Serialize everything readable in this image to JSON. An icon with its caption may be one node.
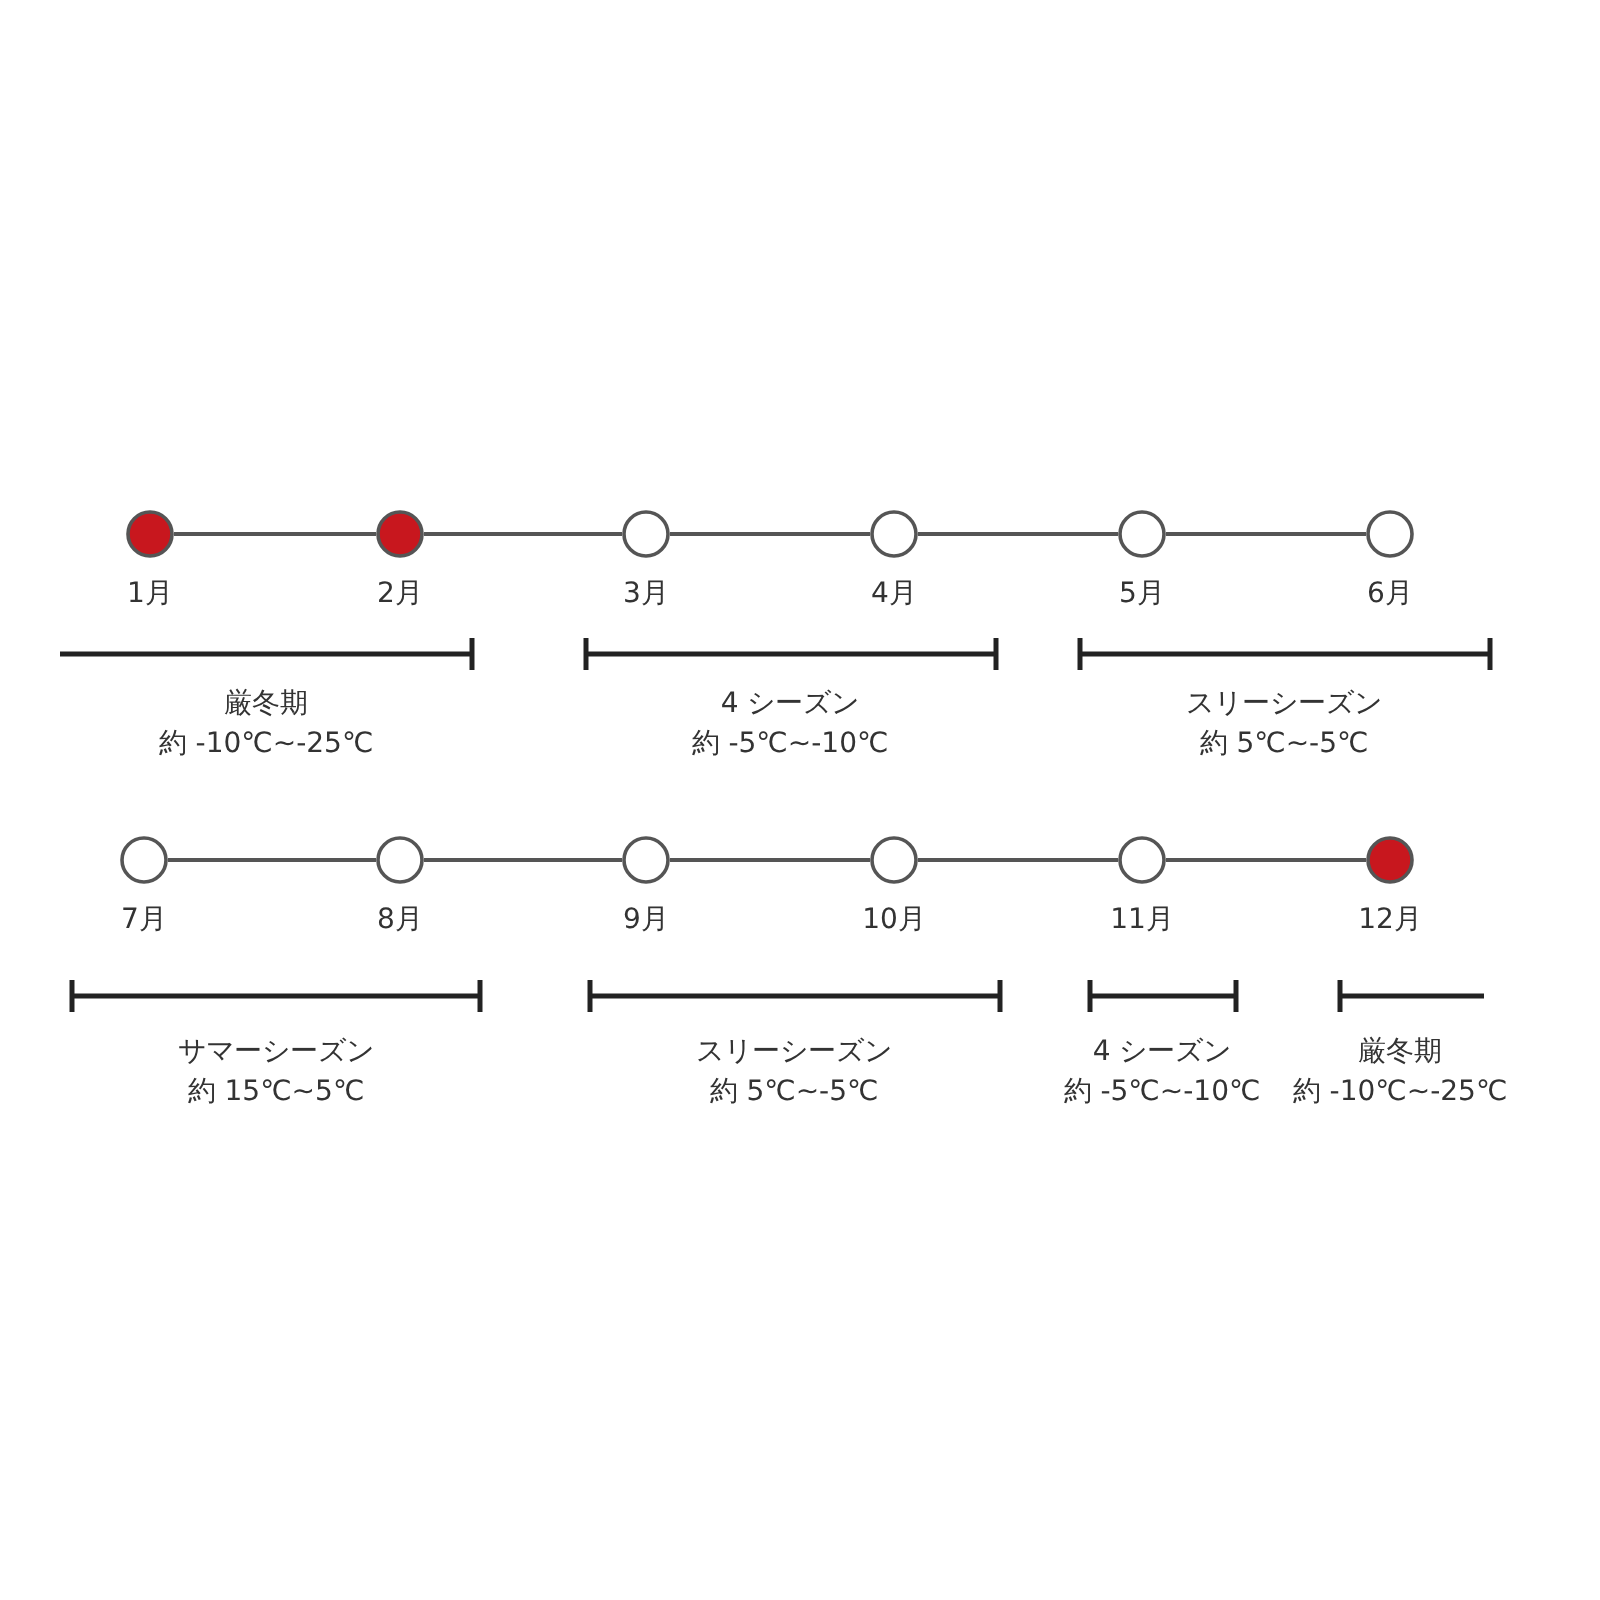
{
  "diagram": {
    "nodes": [
      {
        "text": [
          "1月"
        ]
      },
      {
        "text": [
          "2月"
        ]
      },
      {
        "text": [
          "3月"
        ]
      },
      {
        "text": [
          "4月"
        ]
      },
      {
        "text": [
          "5月"
        ]
      },
      {
        "text": [
          "6月"
        ]
      },
      {
        "text": [
          "7月"
        ]
      },
      {
        "text": [
          "8月"
        ]
      },
      {
        "text": [
          "9月"
        ]
      },
      {
        "text": [
          "10月"
        ]
      },
      {
        "text": [
          "11月"
        ]
      },
      {
        "text": [
          "12月"
        ]
      }
    ],
    "edges": [
      {
        "from": 0,
        "to": 1,
        "arrow": "none"
      },
      {
        "from": 1,
        "to": 2,
        "arrow": "none"
      },
      {
        "from": 2,
        "to": 3,
        "arrow": "none"
      },
      {
        "from": 3,
        "to": 4,
        "arrow": "none"
      },
      {
        "from": 4,
        "to": 5,
        "arrow": "none"
      },
      {
        "from": 6,
        "to": 7,
        "arrow": "none"
      },
      {
        "from": 7,
        "to": 8,
        "arrow": "none"
      },
      {
        "from": 8,
        "to": 9,
        "arrow": "none"
      },
      {
        "from": 9,
        "to": 10,
        "arrow": "none"
      },
      {
        "from": 10,
        "to": 11,
        "arrow": "none"
      }
    ],
    "labels": [
      "厳冬期",
      "約 -10℃~-25℃",
      "4 シーズン",
      "約 -5℃~-10℃",
      "スリーシーズン",
      "約 5℃~-5℃",
      "サマーシーズン",
      "約 15℃~5℃",
      "スリーシーズン",
      "約 5℃~-5℃",
      "4 シーズン",
      "約 -5℃~-10℃",
      "厳冬期",
      "約 -10℃~-25℃"
    ]
  }
}
